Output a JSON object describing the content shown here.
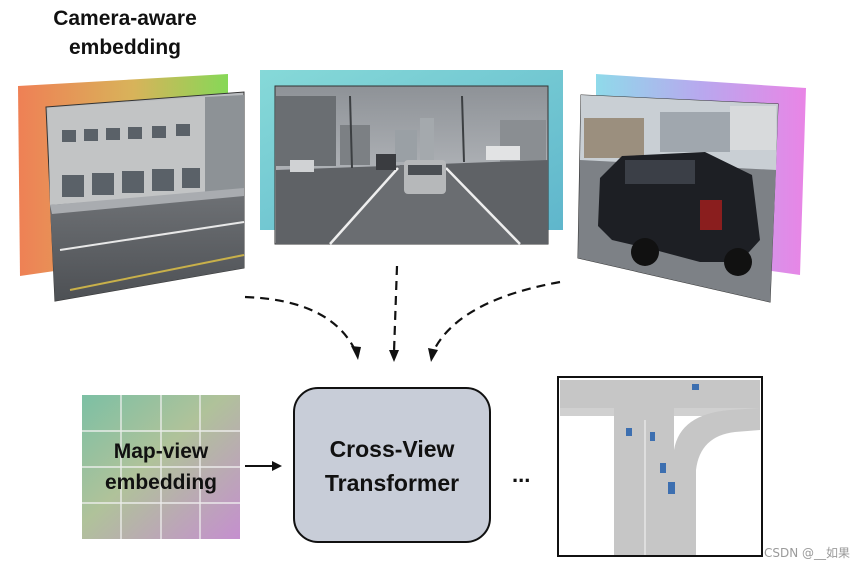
{
  "camera_embedding_label": "Camera-aware embedding",
  "map_view_label": "Map-view embedding",
  "cross_view_label": "Cross-View Transformer",
  "ellipsis": "...",
  "watermark": "CSDN @__如果",
  "colors": {
    "left_gradient": [
      "#f08a5d",
      "#e6a35b",
      "#8fd35a"
    ],
    "center_gradient": [
      "#7fd3d8",
      "#64bcd0"
    ],
    "right_gradient": [
      "#8ed8ea",
      "#c39cec",
      "#e788e8"
    ],
    "cvt_fill": "#c7ccd8",
    "map_view_tint": [
      "#8ec5b0",
      "#a9c4a0",
      "#c898cc"
    ],
    "bev_road": "#c8c8c8",
    "bev_vehicle": "#3d6fb0"
  }
}
